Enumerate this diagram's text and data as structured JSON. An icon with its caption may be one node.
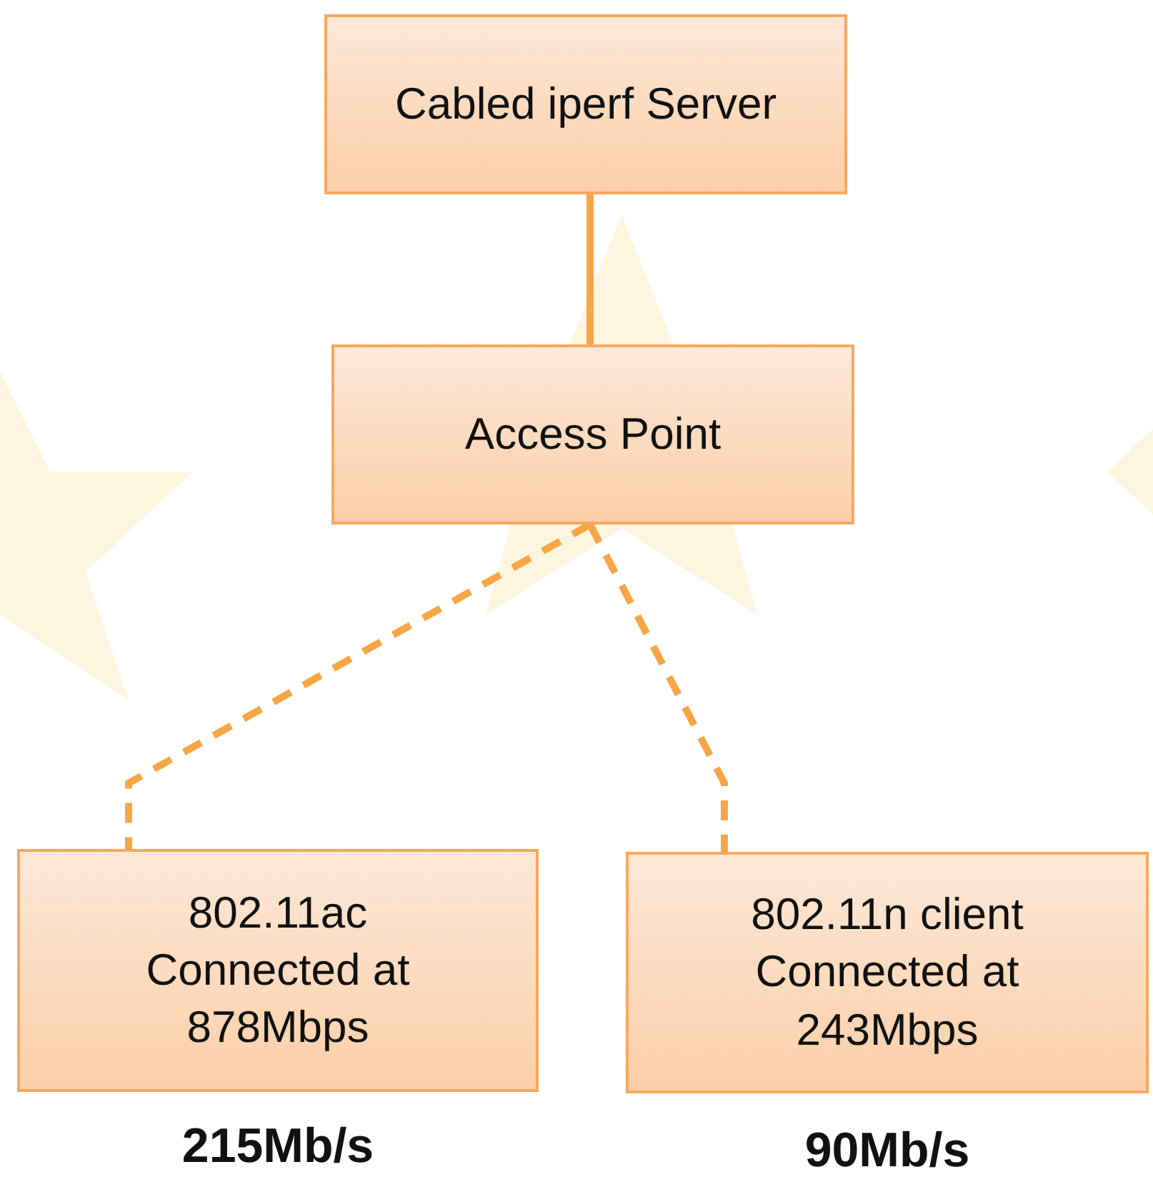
{
  "diagram": {
    "nodes": [
      {
        "text": [
          "Cabled iperf Server"
        ]
      },
      {
        "text": [
          "Access Point"
        ]
      },
      {
        "text": [
          "802.11ac Connected at 878Mbps"
        ],
        "beside": [
          "215Mb/s"
        ]
      },
      {
        "text": [
          "802.11n client Connected at 243Mbps"
        ],
        "beside": [
          "90Mb/s"
        ]
      }
    ],
    "edges": [
      {
        "from": 0,
        "to": 1,
        "arrow": "none"
      },
      {
        "from": 1,
        "to": 2,
        "arrow": "none",
        "style": "dashed"
      },
      {
        "from": 1,
        "to": 3,
        "arrow": "none",
        "style": "dashed"
      }
    ]
  }
}
